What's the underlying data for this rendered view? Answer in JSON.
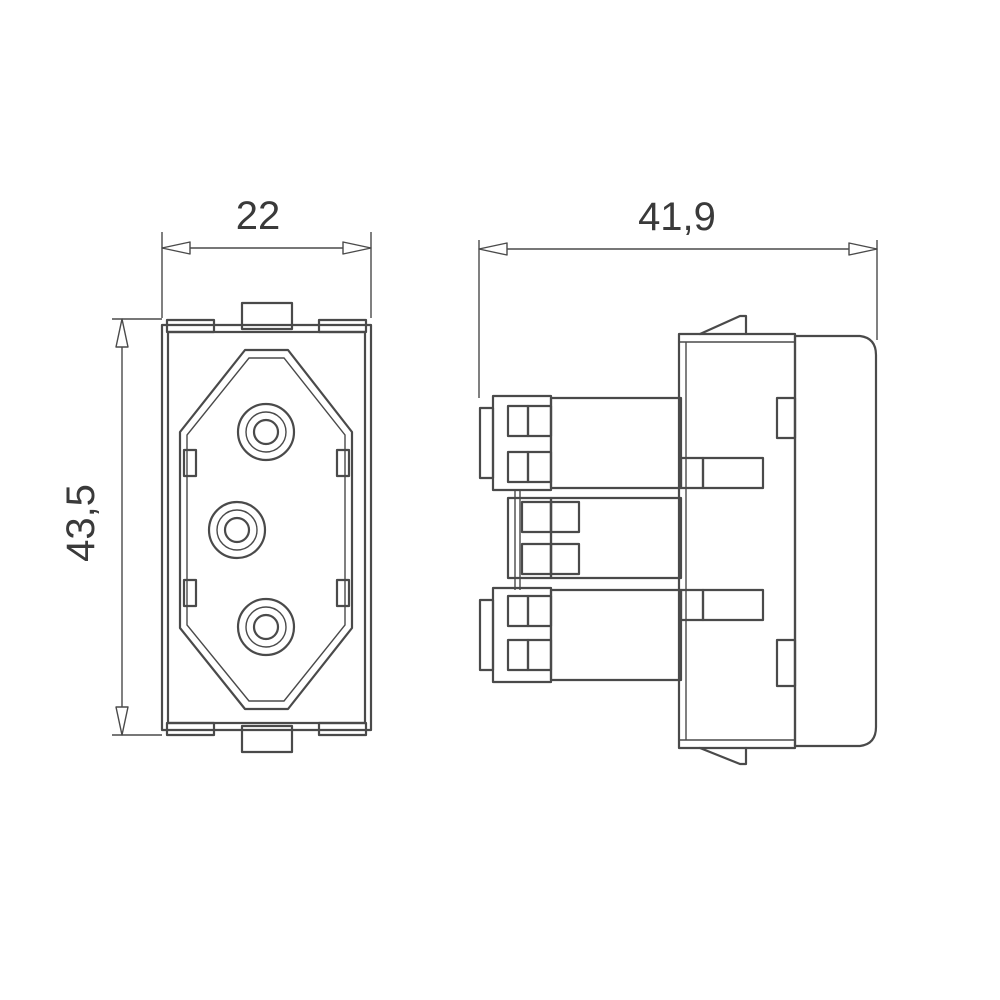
{
  "dimensions": {
    "width": "22",
    "depth": "41,9",
    "height": "43,5"
  },
  "colors": {
    "line": "#4a4a4a",
    "text": "#3a3a3a",
    "background": "#ffffff"
  }
}
